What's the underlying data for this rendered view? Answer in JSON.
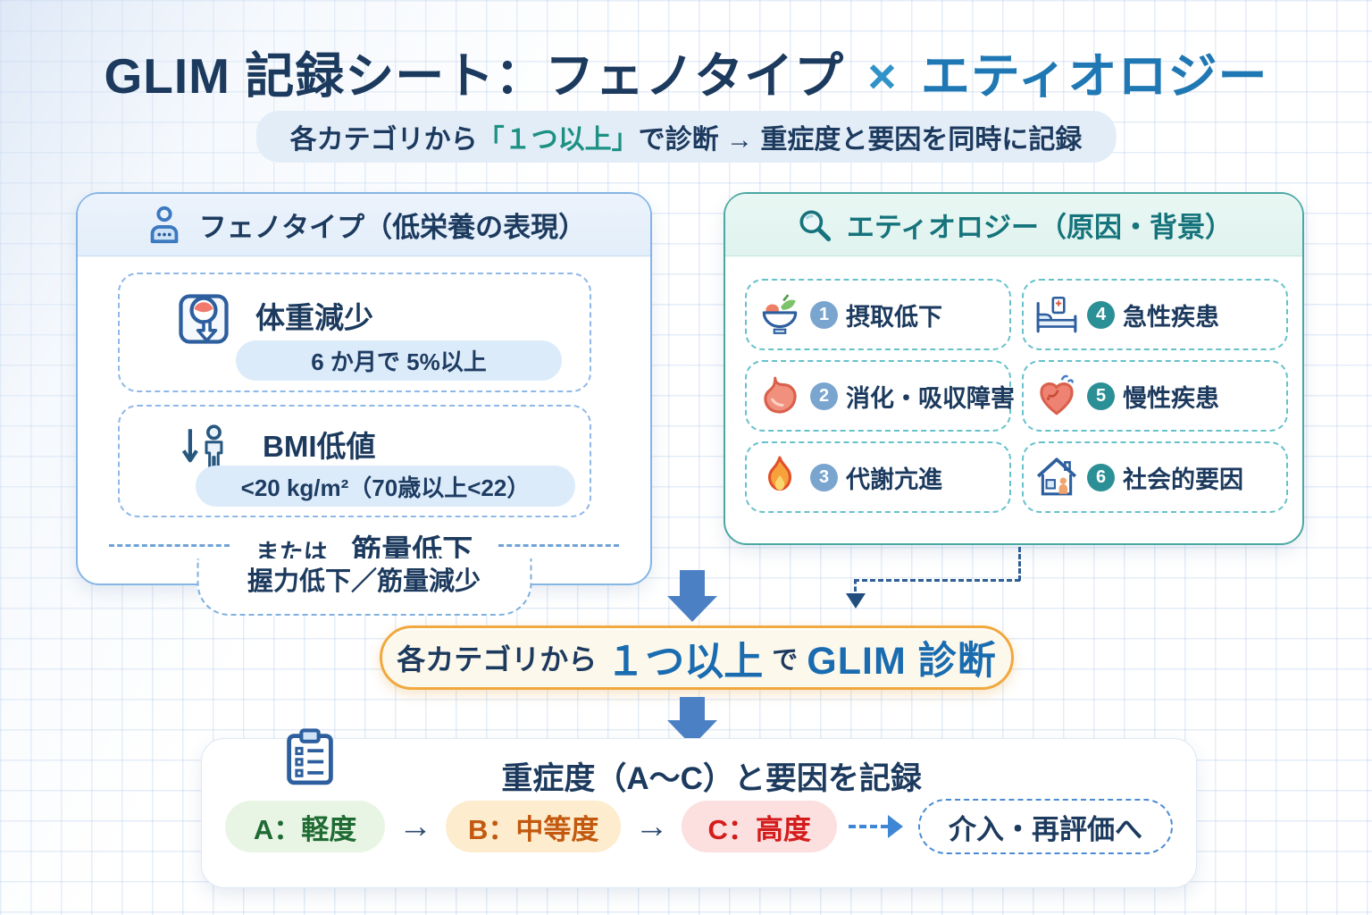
{
  "title": {
    "main": "GLIM 記録シート：フェノタイプ",
    "x_mark": "×",
    "accent": "エティオロジー"
  },
  "subtitle": {
    "pre": "各カテゴリから",
    "highlight": "「１つ以上」",
    "post": "で診断 → 重症度と要因を同時に記録"
  },
  "phenotype_panel": {
    "title": "フェノタイプ（低栄養の表現）",
    "items": [
      {
        "icon": "scale-down-icon",
        "label": "体重減少",
        "detail": "6 か月で 5%以上"
      },
      {
        "icon": "bmi-person-icon",
        "label": "BMI低値",
        "detail": "<20 kg/m²（70歳以上<22）"
      }
    ],
    "or_label": "または",
    "or_item": "筋量低下",
    "or_detail": "握力低下／筋量減少"
  },
  "etiology_panel": {
    "title": "エティオロジー（原因・背景）",
    "items": [
      {
        "num": "1",
        "label": "摂取低下",
        "icon": "salad-bowl-icon"
      },
      {
        "num": "2",
        "label": "消化・吸収障害",
        "icon": "stomach-icon"
      },
      {
        "num": "3",
        "label": "代謝亢進",
        "icon": "flame-icon"
      },
      {
        "num": "4",
        "label": "急性疾患",
        "icon": "hospital-bed-icon"
      },
      {
        "num": "5",
        "label": "慢性疾患",
        "icon": "heart-icon"
      },
      {
        "num": "6",
        "label": "社会的要因",
        "icon": "house-icon"
      }
    ]
  },
  "banner": {
    "pre": "各カテゴリから",
    "big": "１つ以上",
    "mid": "で",
    "end": "GLIM 診断"
  },
  "record_panel": {
    "title": "重症度（A〜C）と要因を記録",
    "severities": [
      {
        "label": "A：軽度",
        "bg": "#e9f5e4",
        "color": "#1f6b33"
      },
      {
        "label": "B：中等度",
        "bg": "#fdeccd",
        "color": "#c2590f"
      },
      {
        "label": "C：高度",
        "bg": "#fcdfdf",
        "color": "#d41c1c"
      }
    ],
    "next": "介入・再評価へ"
  },
  "colors": {
    "navy_text": "#1c3a5e",
    "blue_accent": "#1f78b4",
    "teal_accent": "#1d9183",
    "phenotype_border": "#85b5e5",
    "etiology_border": "#49a8a2",
    "banner_border": "#f1a83e",
    "banner_bg": "#fdf8ec",
    "arrow_blue": "#4b81c4",
    "badge_blue": "#7aa5cf",
    "badge_teal": "#2b8f96"
  }
}
